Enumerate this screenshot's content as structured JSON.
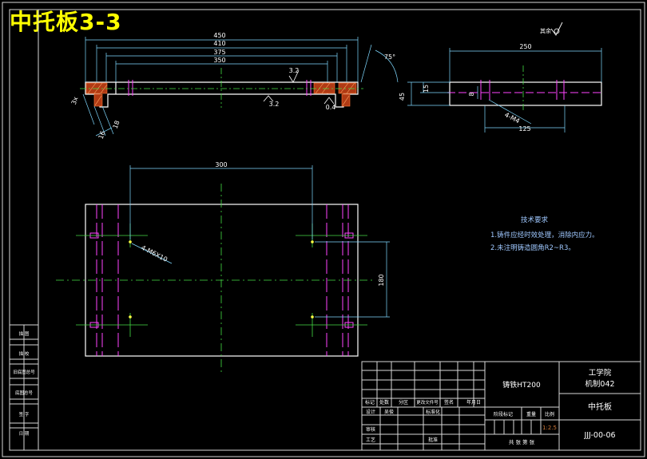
{
  "title_banner": "中托板3-3",
  "roughness_mark": "其余",
  "dims": {
    "top_450": "450",
    "top_410": "410",
    "top_375": "375",
    "top_350": "350",
    "angle_75": "75°",
    "r32_a": "3.2",
    "r32_b": "3.2",
    "r04": "0.4",
    "left_3x": "3x",
    "left_16": "16",
    "left_18": "18",
    "side_45": "45",
    "side_15": "15",
    "side_250": "250",
    "side_8": "8",
    "side_125": "125",
    "side_holes": "4-M4",
    "plan_300": "300",
    "plan_180": "180",
    "plan_holes": "4-M6X10"
  },
  "notes": {
    "heading": "技术要求",
    "line1": "1.铸件应经时效处理，消除内应力。",
    "line2": "2.未注明铸造圆角R2~R3。"
  },
  "left_column": {
    "r1": "描 图",
    "r2": "描 校",
    "r3": "旧底图总号",
    "r4": "底图总号",
    "r5": "签 字",
    "r6": "日 期"
  },
  "title_block": {
    "material": "铸铁HT200",
    "school_line1": "工学院",
    "school_line2": "机制042",
    "part_name": "中托板",
    "drawing_no": "JJJ-00-06",
    "h_mark": "标记",
    "h_count": "处数",
    "h_zone": "分区",
    "h_docno": "更改文件号",
    "h_sign": "签名",
    "h_date": "年月日",
    "r_design": "设计",
    "r_design_name": "吴俊",
    "r_standard": "标准化",
    "r_check": "审核",
    "r_process": "工艺",
    "r_approve": "批准",
    "stage_label": "阶段标记",
    "weight_label": "重量",
    "scale_label": "比例",
    "scale_value": "1:2.5",
    "sheets": "共 张 第 张"
  }
}
